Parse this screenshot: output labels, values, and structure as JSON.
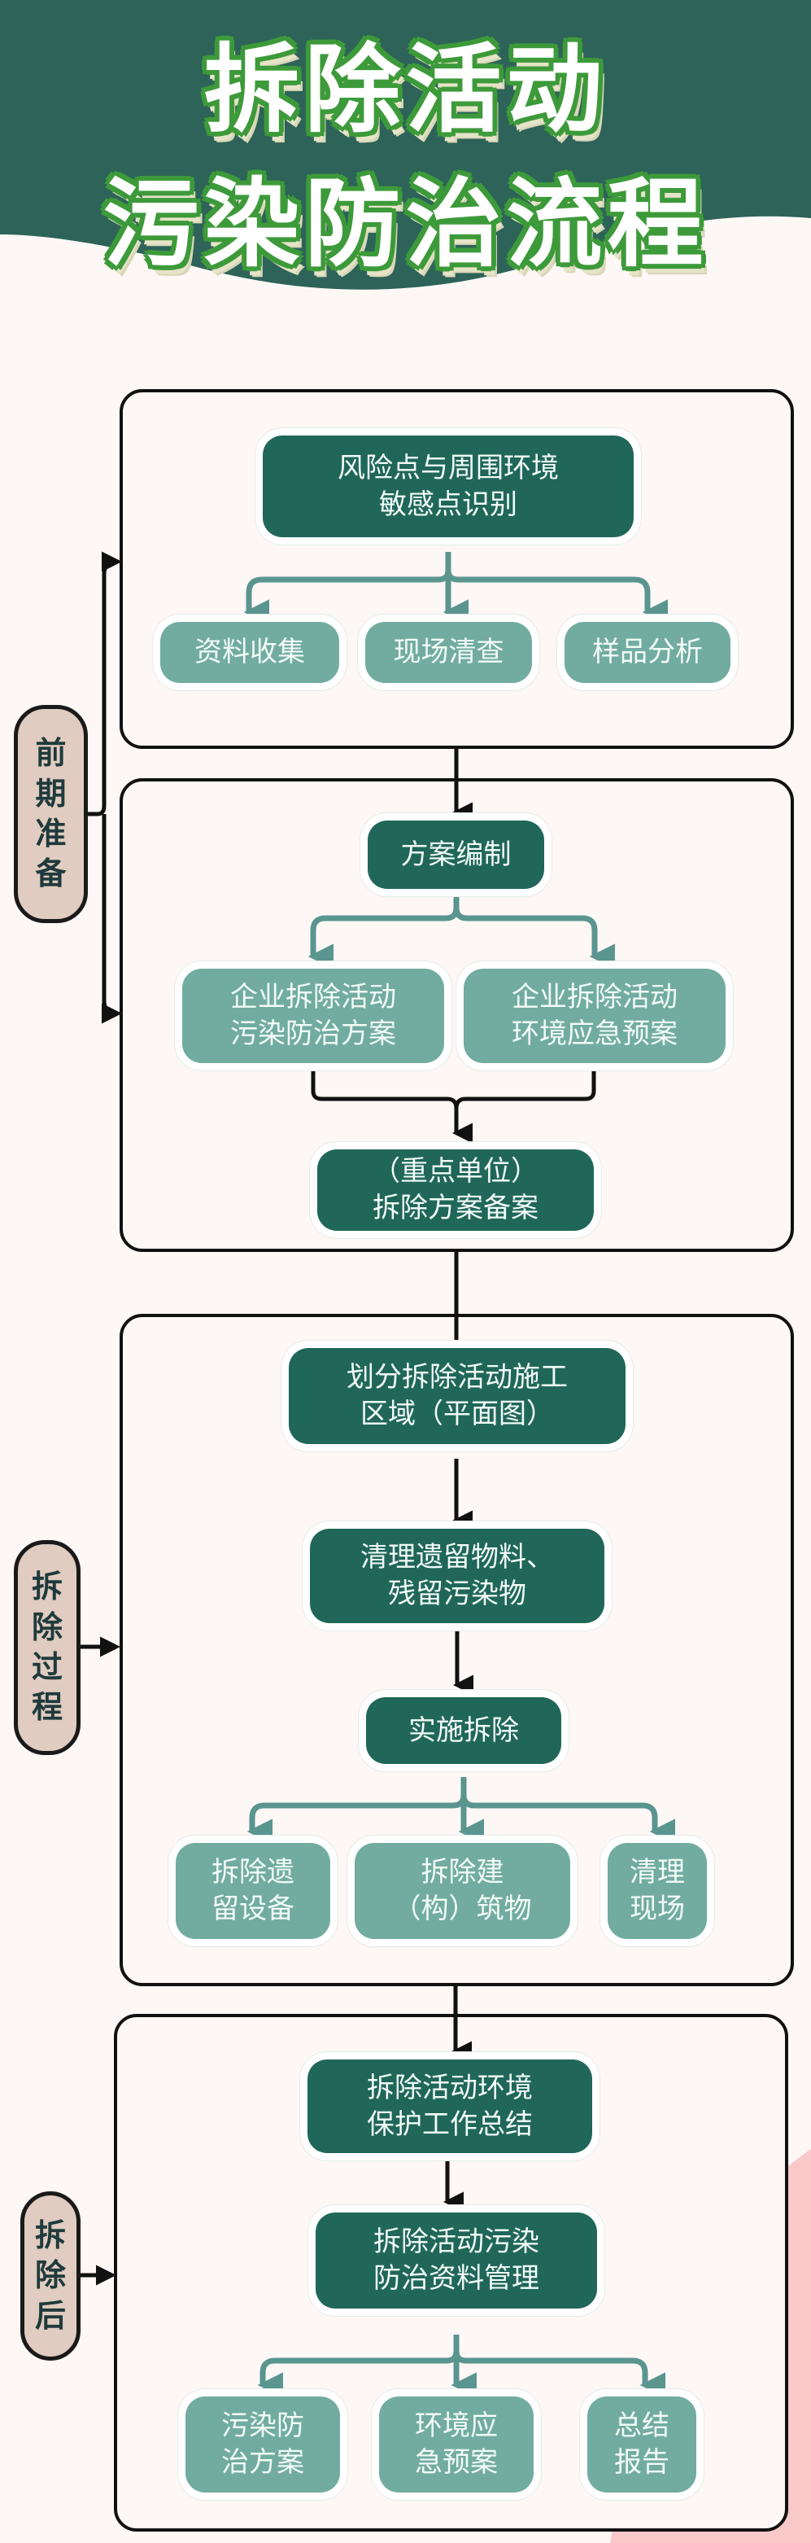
{
  "title": {
    "line1": "拆除活动",
    "line2": "污染防治流程"
  },
  "colors": {
    "header_bg": "#2d6358",
    "page_bg": "#fdf8f6",
    "node_dark": "#20675a",
    "node_light": "#72aca0",
    "stage_label_bg": "#e0ccc0",
    "title_outline": "#3d9a3a",
    "branch_arrow": "#5a9590",
    "accent_pink": "#f9c9c9"
  },
  "stages": [
    {
      "label_chars": [
        "前",
        "期",
        "准",
        "备"
      ]
    },
    {
      "label_chars": [
        "拆",
        "除",
        "过",
        "程"
      ]
    },
    {
      "label_chars": [
        "拆",
        "除",
        "后"
      ]
    }
  ],
  "nodes": {
    "risk_identification": "风险点与周围环境\n敏感点识别",
    "data_collection": "资料收集",
    "site_inspection": "现场清查",
    "sample_analysis": "样品分析",
    "plan_preparation": "方案编制",
    "pollution_plan": "企业拆除活动\n污染防治方案",
    "emergency_plan": "企业拆除活动\n环境应急预案",
    "plan_filing": "（重点单位）\n拆除方案备案",
    "zone_division": "划分拆除活动施工\n区域（平面图）",
    "clear_materials": "清理遗留物料、\n残留污染物",
    "implement_demolition": "实施拆除",
    "remove_equipment": "拆除遗\n留设备",
    "remove_buildings": "拆除建\n（构）筑物",
    "clean_site": "清理\n现场",
    "env_summary": "拆除活动环境\n保护工作总结",
    "data_management": "拆除活动污染\n防治资料管理",
    "doc_pollution_plan": "污染防\n治方案",
    "doc_emergency_plan": "环境应\n急预案",
    "doc_summary_report": "总结\n报告"
  }
}
